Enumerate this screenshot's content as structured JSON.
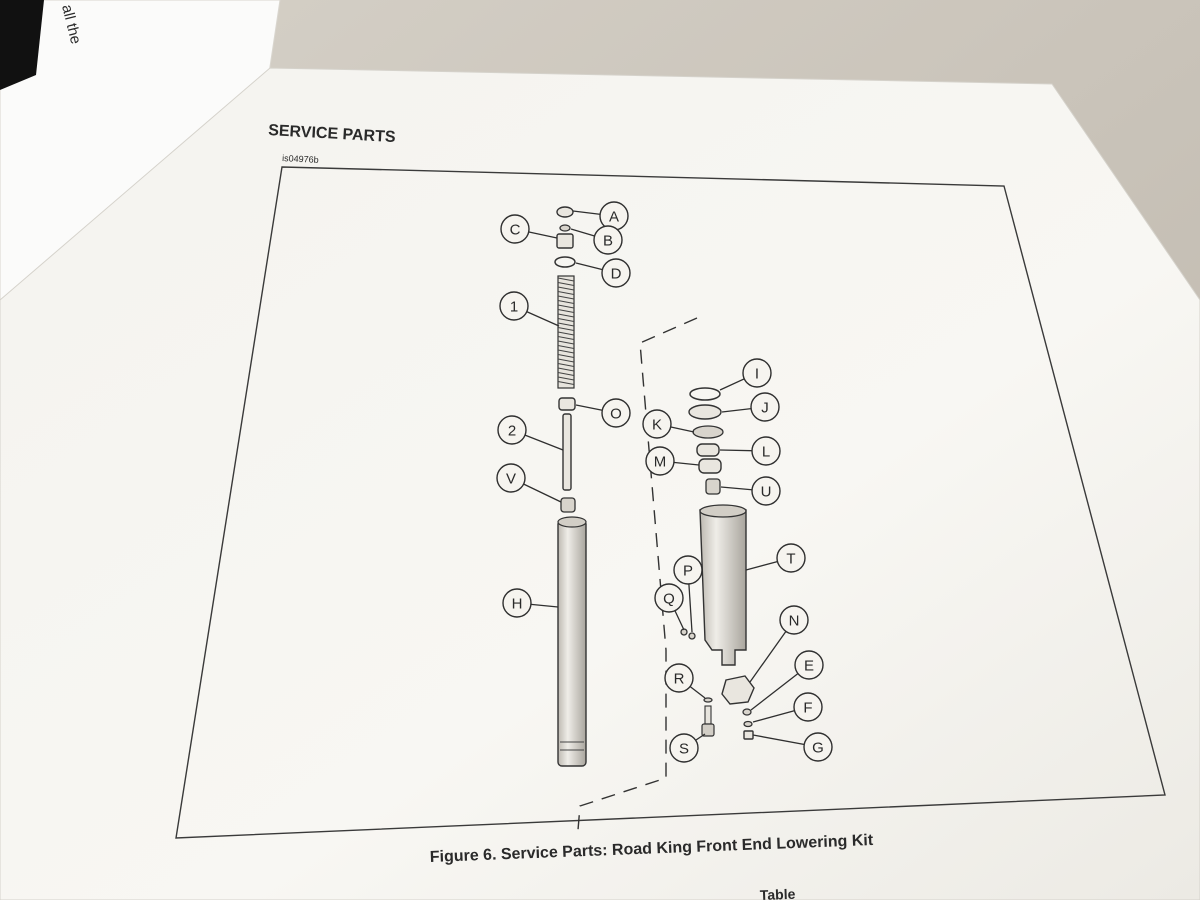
{
  "document": {
    "section_heading": "SERVICE PARTS",
    "illustration_id": "is04976b",
    "figure_caption": "Figure 6. Service Parts: Road King Front End Lowering Kit",
    "next_heading_fragment": "Table",
    "background_page_fragment": "all the"
  },
  "callouts": [
    {
      "id": "A",
      "label": "A"
    },
    {
      "id": "B",
      "label": "B"
    },
    {
      "id": "C",
      "label": "C"
    },
    {
      "id": "D",
      "label": "D"
    },
    {
      "id": "1",
      "label": "1"
    },
    {
      "id": "O",
      "label": "O"
    },
    {
      "id": "2",
      "label": "2"
    },
    {
      "id": "V",
      "label": "V"
    },
    {
      "id": "H",
      "label": "H"
    },
    {
      "id": "I",
      "label": "I"
    },
    {
      "id": "J",
      "label": "J"
    },
    {
      "id": "K",
      "label": "K"
    },
    {
      "id": "L",
      "label": "L"
    },
    {
      "id": "M",
      "label": "M"
    },
    {
      "id": "U",
      "label": "U"
    },
    {
      "id": "T",
      "label": "T"
    },
    {
      "id": "P",
      "label": "P"
    },
    {
      "id": "Q",
      "label": "Q"
    },
    {
      "id": "N",
      "label": "N"
    },
    {
      "id": "E",
      "label": "E"
    },
    {
      "id": "R",
      "label": "R"
    },
    {
      "id": "F",
      "label": "F"
    },
    {
      "id": "S",
      "label": "S"
    },
    {
      "id": "G",
      "label": "G"
    }
  ],
  "colors": {
    "paper": "#f7f6f2",
    "background_sheet": "#fbfbfa",
    "table_surface": "#cfc9c0",
    "ink": "#2a2a2a"
  }
}
